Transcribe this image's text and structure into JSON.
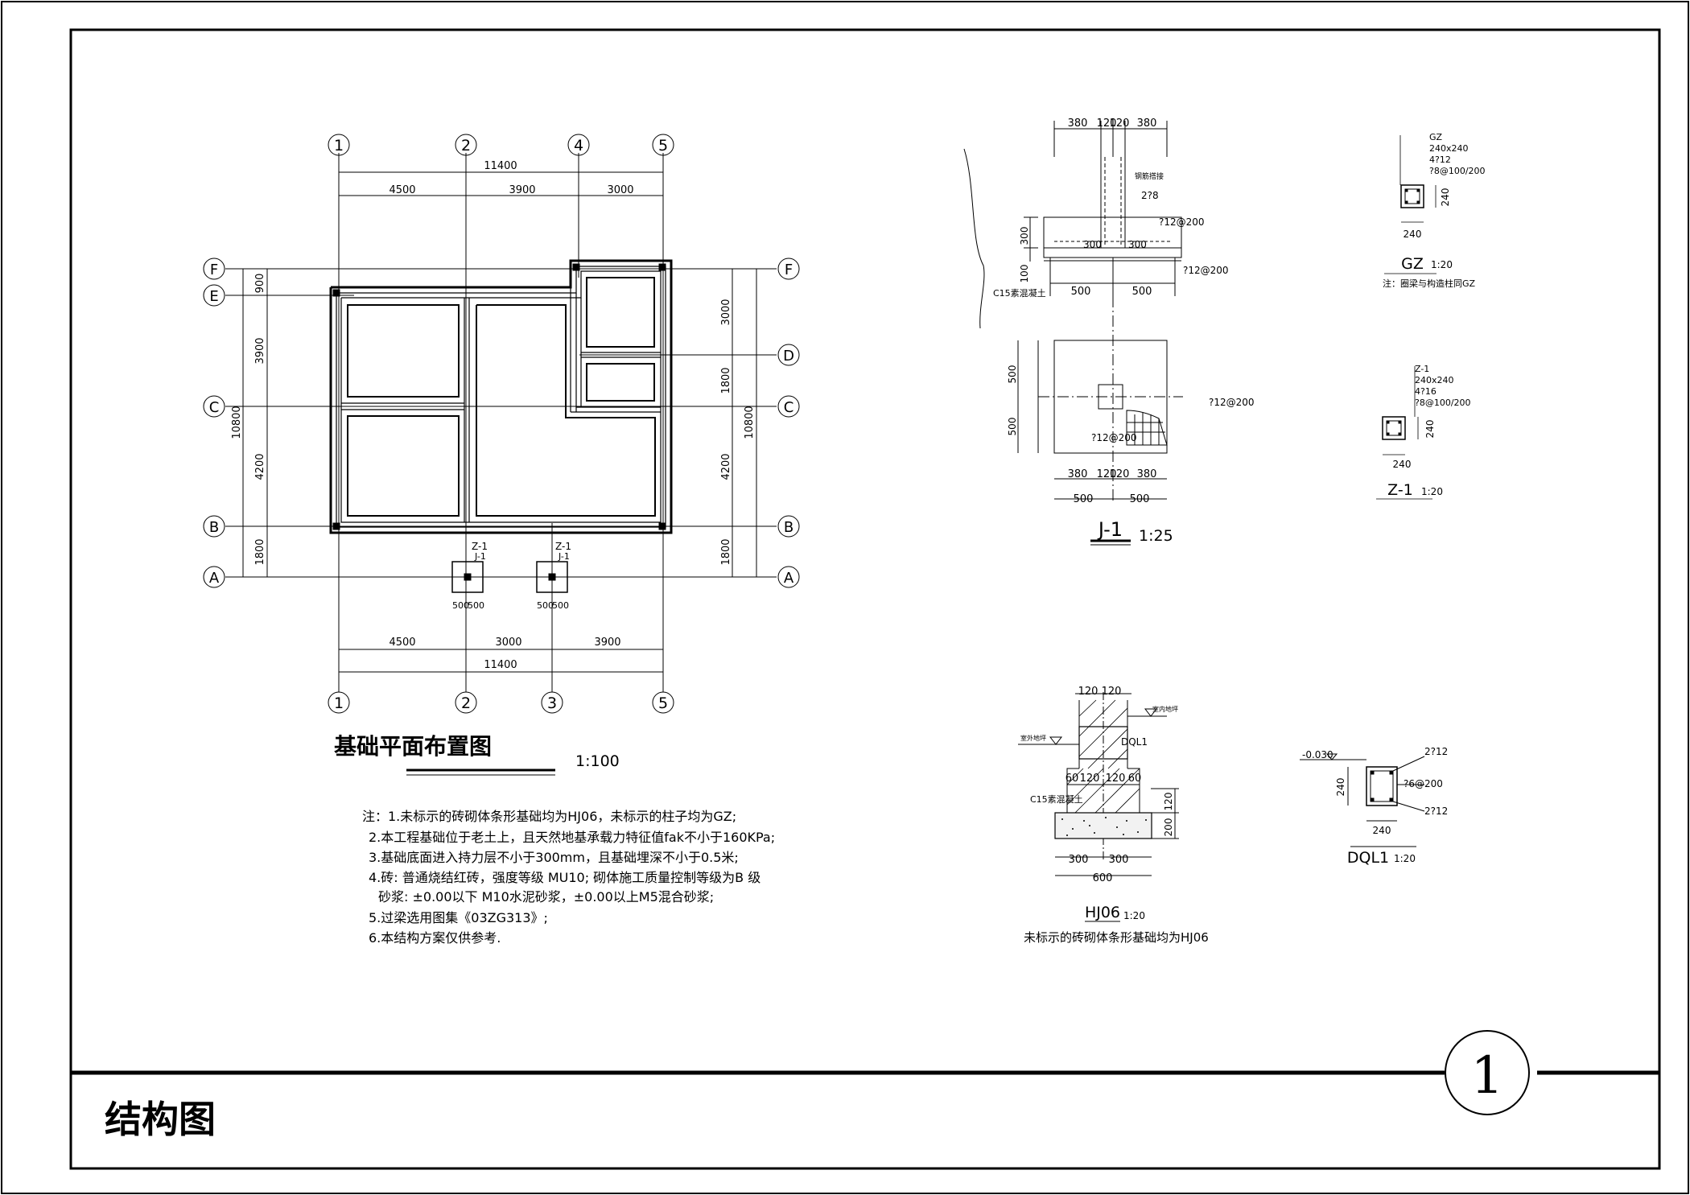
{
  "sheet": {
    "title": "结构图",
    "number": "1"
  },
  "plan": {
    "title": "基础平面布置图",
    "scale": "1:100",
    "top_axes": [
      "1",
      "2",
      "4",
      "5"
    ],
    "bottom_axes": [
      "1",
      "2",
      "3",
      "5"
    ],
    "row_axes": [
      "F",
      "E",
      "D",
      "C",
      "B",
      "A"
    ],
    "top_dims": {
      "total": "11400",
      "segments": [
        "4500",
        "3900",
        "3000"
      ]
    },
    "bottom_dims": {
      "total": "11400",
      "segments": [
        "4500",
        "3000",
        "3900"
      ]
    },
    "left_dims": {
      "total": "10800",
      "segments": [
        "900",
        "3900",
        "4200",
        "1800"
      ]
    },
    "right_dims": {
      "total": "10800",
      "segments": [
        "3000",
        "1800",
        "4200",
        "1800"
      ]
    },
    "footing_labels": [
      "Z-1",
      "J-1"
    ],
    "footing_dims": [
      "500",
      "500"
    ],
    "notes": [
      "注：1.未标示的砖砌体条形基础均为HJ06，未标示的柱子均为GZ;",
      "2.本工程基础位于老土上，且天然地基承载力特征值fak不小于160KPa;",
      "3.基础底面进入持力层不小于300mm，且基础埋深不小于0.5米;",
      "4.砖: 普通烧结红砖，强度等级 MU10; 砌体施工质量控制等级为B 级",
      "砂浆: ±0.00以下 M10水泥砂浆，±0.00以上M5混合砂浆;",
      "5.过梁选用图集《03ZG313》;",
      "6.本结构方案仅供参考."
    ]
  },
  "j1": {
    "title": "J-1",
    "scale": "1:25",
    "top_dims": [
      "380",
      "120",
      "120",
      "380"
    ],
    "bars": [
      "2?8",
      "?12@200",
      "?12@200",
      "?12@200",
      "?12@200"
    ],
    "heights": [
      "300",
      "100"
    ],
    "inner": [
      "300",
      "300"
    ],
    "bottom_dims": [
      "500",
      "500"
    ],
    "concrete": "C15素混凝土",
    "plan_dims": [
      "380",
      "120",
      "120",
      "380"
    ],
    "plan_bottom": [
      "500",
      "500"
    ],
    "left_dims": [
      "500",
      "500"
    ],
    "annot": "钢筋搭接"
  },
  "gz": {
    "title": "GZ",
    "scale": "1:20",
    "lines": [
      "GZ",
      "240x240",
      "4?12",
      "?8@100/200"
    ],
    "dim": "240",
    "note": "注：圈梁与构造柱同GZ"
  },
  "z1": {
    "title": "Z-1",
    "scale": "1:20",
    "lines": [
      "Z-1",
      "240x240",
      "4?16",
      "?8@100/200"
    ],
    "dim": "240"
  },
  "hj06": {
    "title": "HJ06",
    "scale": "1:20",
    "caption": "未标示的砖砌体条形基础均为HJ06",
    "top_dims": [
      "120",
      "120"
    ],
    "mid_dims": [
      "60",
      "120",
      "120",
      "60"
    ],
    "bottom_dims": [
      "300",
      "300"
    ],
    "total": "600",
    "heights": [
      "120",
      "200"
    ],
    "dql": "DQL1",
    "concrete": "C15素混凝土",
    "ground": "室外地坪",
    "indoor": "室内地坪"
  },
  "dql1": {
    "title": "DQL1",
    "scale": "1:20",
    "elev": "-0.030",
    "bars": [
      "2?12",
      "?6@200",
      "2?12"
    ],
    "dim": "240",
    "height": "240"
  }
}
